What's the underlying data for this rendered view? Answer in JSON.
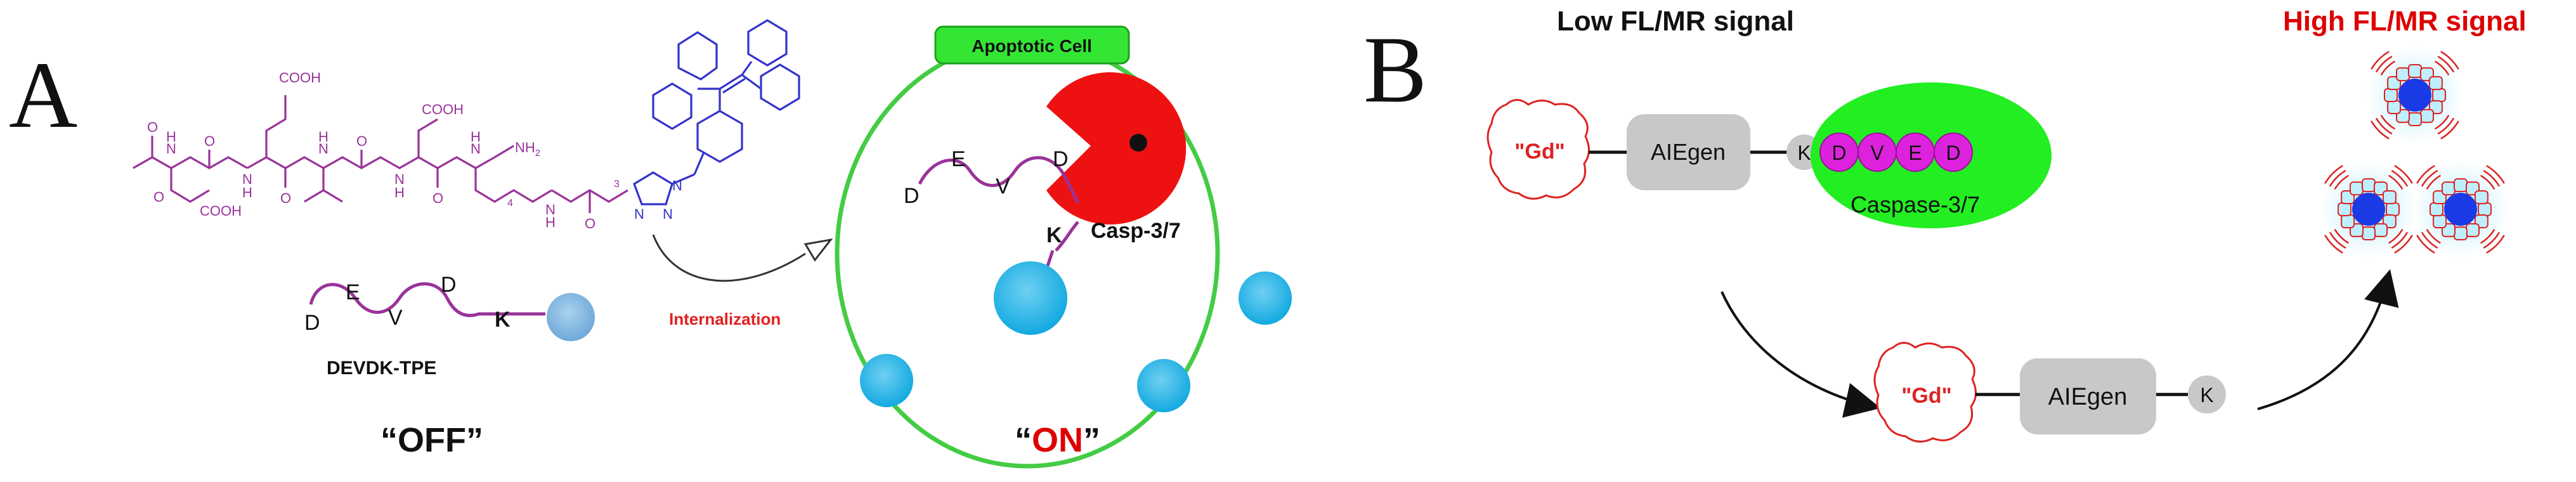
{
  "panel_a": {
    "letter": "A",
    "chem_labels": {
      "cooh_top": "COOH",
      "cooh_mid": "COOH",
      "cooh_bottom": "COOH",
      "nh2": "NH",
      "nh2_sub": "2",
      "n_letters": [
        "N",
        "N",
        "N",
        "N",
        "N",
        "N"
      ],
      "h_letters": [
        "H",
        "H",
        "H",
        "H",
        "H",
        "H"
      ],
      "o_letters": [
        "O",
        "O",
        "O",
        "O",
        "O",
        "O",
        "O"
      ],
      "ch2_sub": "4",
      "ch2_sub2": "3",
      "triazole_n": [
        "N",
        "N",
        "N"
      ]
    },
    "probe_peptide": {
      "d": "D",
      "e": "E",
      "v": "V",
      "d2": "D",
      "k": "K"
    },
    "probe_name": "DEVDK-TPE",
    "off_label": "“OFF”",
    "internalization": "Internalization",
    "cell_label": "Apoptotic Cell",
    "enzyme_label": "Casp-3/7",
    "cleaved_peptide": {
      "d": "D",
      "e": "E",
      "v": "V",
      "d2": "D"
    },
    "cleaved_k": "K",
    "on_label_prefix": "“",
    "on_label_word": "ON",
    "on_label_suffix": "”",
    "colors": {
      "peptide": "#993399",
      "tpe": "#3333cc",
      "cell_border": "#33cc33",
      "cell_label_bg": "#33e633",
      "enzyme": "#ee0000",
      "aggregate": "#1ab2e6",
      "dot": "#6fb3e0",
      "on": "#dd0000",
      "internalization": "#e02020"
    }
  },
  "panel_b": {
    "letter": "B",
    "low_signal": "Low FL/MR signal",
    "high_signal": "High FL/MR signal",
    "gd": "\"Gd\"",
    "aiegen": "AIEgen",
    "k": "K",
    "caspase_label": "Caspase-3/7",
    "dved": [
      "D",
      "V",
      "E",
      "D"
    ],
    "gd2": "\"Gd\"",
    "aiegen2": "AIEgen",
    "k2": "K",
    "colors": {
      "gd_outline": "#dd2222",
      "aiegen_box": "#c8c8c8",
      "caspase": "#22ee22",
      "dved_circle": "#dd22dd",
      "high_signal": "#dd0000",
      "nano_core": "#1a3ae6",
      "nano_glow": "#6fd7f5"
    }
  }
}
